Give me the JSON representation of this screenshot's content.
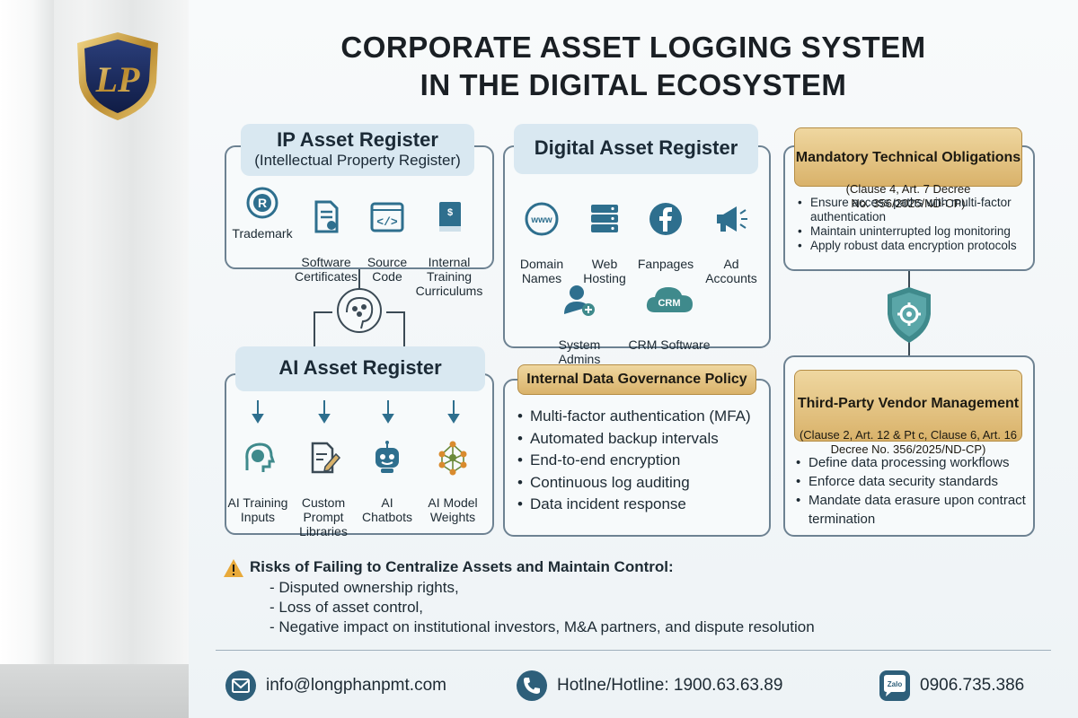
{
  "title": {
    "line1": "CORPORATE ASSET LOGGING SYSTEM",
    "line2": "IN THE DIGITAL ECOSYSTEM"
  },
  "ip_register": {
    "title": "IP Asset Register",
    "subtitle": "(Intellectual Property Register)",
    "items": [
      {
        "label": "Trademark",
        "icon": "registered-icon"
      },
      {
        "label": "Software\nCertificates",
        "icon": "certificate-icon"
      },
      {
        "label": "Source\nCode",
        "icon": "code-icon"
      },
      {
        "label": "Internal\nTraining\nCurriculums",
        "icon": "book-icon"
      }
    ]
  },
  "ai_register": {
    "title": "AI Asset Register",
    "items": [
      {
        "label": "AI Training\nInputs",
        "icon": "brain-head-icon"
      },
      {
        "label": "Custom\nPrompt\nLibraries",
        "icon": "edit-document-icon"
      },
      {
        "label": "AI\nChatbots",
        "icon": "robot-icon"
      },
      {
        "label": "AI Model\nWeights",
        "icon": "network-icon"
      }
    ]
  },
  "digital_register": {
    "title": "Digital Asset Register",
    "items": [
      {
        "label": "Domain\nNames",
        "icon": "www-icon"
      },
      {
        "label": "Web\nHosting",
        "icon": "server-icon"
      },
      {
        "label": "Fanpages",
        "icon": "facebook-icon"
      },
      {
        "label": "Ad\nAccounts",
        "icon": "megaphone-icon"
      },
      {
        "label": "System\nAdmins",
        "icon": "user-add-icon"
      },
      {
        "label": "CRM Software",
        "icon": "crm-cloud-icon"
      }
    ],
    "crm_text": "CRM"
  },
  "governance": {
    "title": "Internal Data Governance Policy",
    "items": [
      "Multi-factor authentication (MFA)",
      "Automated backup intervals",
      "End-to-end encryption",
      "Continuous log auditing",
      "Data incident response"
    ]
  },
  "obligations": {
    "title": "Mandatory Technical Obligations",
    "subtitle": "(Clause 4, Art. 7 Decree\nNo. 356/2025/ND-CP)",
    "items": [
      "Ensure access paths with multi-factor authentication",
      "Maintain uninterrupted log monitoring",
      "Apply robust data encryption protocols"
    ]
  },
  "vendor": {
    "title": "Third-Party Vendor Management",
    "subtitle": "(Clause 2, Art. 12 & Pt c, Clause 6, Art. 16\nDecree No. 356/2025/ND-CP)",
    "items": [
      "Define data processing workflows",
      "Enforce data security standards",
      "Mandate data erasure upon contract termination"
    ]
  },
  "risks": {
    "title": "Risks of Failing to Centralize Assets and Maintain Control:",
    "items": [
      "- Disputed ownership rights,",
      "- Loss of asset control,",
      "- Negative impact on institutional investors, M&A partners, and dispute resolution"
    ]
  },
  "contacts": {
    "email": "info@longphanpmt.com",
    "hotline": "Hotlne/Hotline: 1900.63.63.89",
    "zalo_label": "Zalo",
    "zalo": "0906.735.386"
  },
  "colors": {
    "panel_border": "#6d8292",
    "pill": "#d9e8f1",
    "gold": "#d9b26a",
    "icon_blue": "#2e6f8e",
    "icon_teal": "#3f8a8c"
  }
}
